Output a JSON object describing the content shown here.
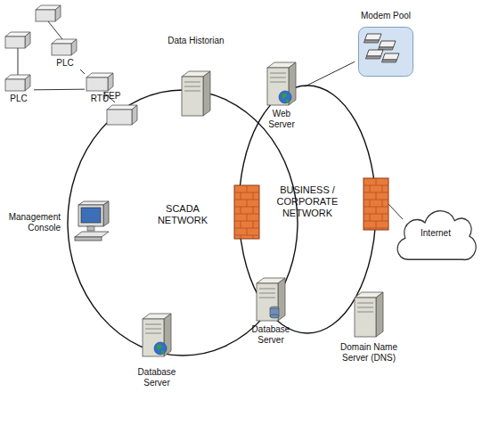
{
  "diagram": {
    "nodes": [
      {
        "text": [
          "PLC"
        ]
      },
      {
        "text": [
          "PLC"
        ]
      },
      {
        "text": [
          "RTU"
        ]
      },
      {
        "text": [
          "FEP"
        ]
      },
      {
        "text": [
          "Data Historian"
        ]
      },
      {
        "text": [
          "Management Console"
        ]
      },
      {
        "text": [
          "SCADA NETWORK"
        ]
      },
      {
        "text": [
          "Database Server"
        ]
      },
      {
        "text": [
          "Web Server"
        ]
      },
      {
        "text": [
          "Modem Pool"
        ]
      },
      {
        "text": [
          "BUSINESS / CORPORATE NETWORK"
        ]
      },
      {
        "text": [
          "Internet"
        ]
      },
      {
        "text": [
          "Database Server"
        ]
      },
      {
        "text": [
          "Domain Name Server (DNS)"
        ]
      }
    ],
    "edges": [
      {
        "from": 0,
        "to": 2,
        "arrow": "none"
      },
      {
        "from": 1,
        "to": 2,
        "arrow": "none"
      },
      {
        "from": 2,
        "to": 3,
        "arrow": "none"
      },
      {
        "from": 8,
        "to": 9,
        "arrow": "none"
      }
    ]
  }
}
